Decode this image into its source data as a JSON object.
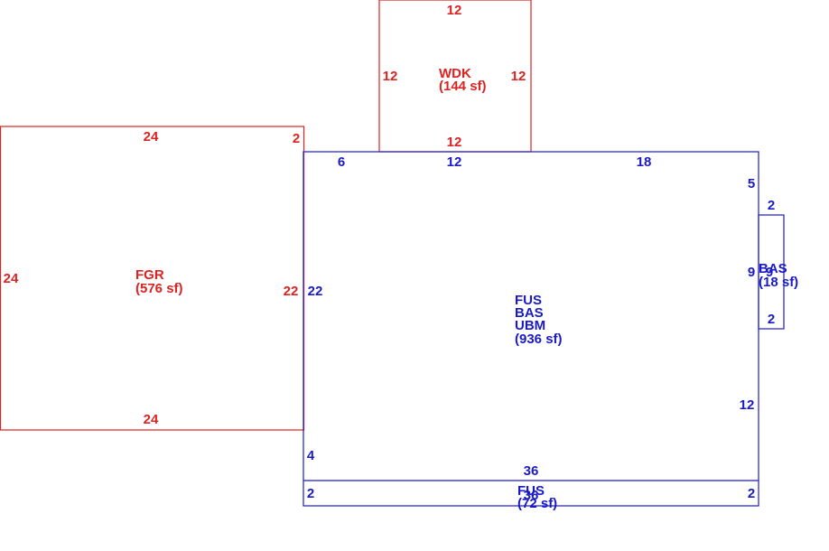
{
  "colors": {
    "red": "#dd2222",
    "blue": "#1a1ac8",
    "background": "#ffffff"
  },
  "areas": {
    "wdk": {
      "code": "WDK",
      "area": "(144 sf)"
    },
    "fgr": {
      "code": "FGR",
      "area": "(576 sf)"
    },
    "main": {
      "code1": "FUS",
      "code2": "BAS",
      "code3": "UBM",
      "area": "(936 sf)"
    },
    "bay": {
      "code": "BAS",
      "area": "(18 sf)"
    },
    "porch": {
      "code": "FUS",
      "area": "(72 sf)"
    }
  },
  "dimensions": {
    "wdk_top": "12",
    "wdk_left": "12",
    "wdk_right": "12",
    "wdk_bottom": "12",
    "fgr_top": "24",
    "fgr_right_top": "2",
    "fgr_left": "24",
    "fgr_right": "22",
    "fgr_bottom": "24",
    "main_top_left": "6",
    "main_top_mid": "12",
    "main_top_right": "18",
    "main_left": "22",
    "main_right_top": "5",
    "main_right_mid": "9",
    "main_right_bottom": "12",
    "main_left_bottom": "4",
    "bay_top": "2",
    "bay_bottom": "2",
    "bay_overlap": "9",
    "porch_top": "36",
    "porch_left": "2",
    "porch_right": "2",
    "porch_bottom": "36"
  }
}
